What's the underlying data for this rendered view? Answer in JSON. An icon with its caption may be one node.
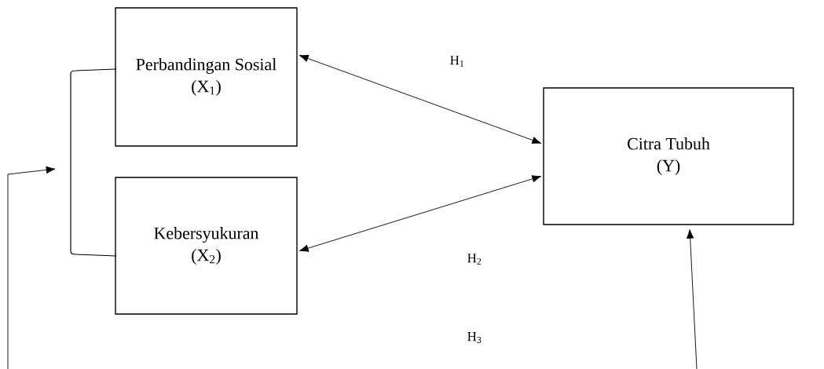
{
  "diagram": {
    "nodes": [
      {
        "text": [
          "Perbandingan Sosial",
          "(X$_{1}$)"
        ]
      },
      {
        "text": [
          "Kebersyukuran",
          "(X$_{2}$)"
        ]
      },
      {
        "text": [
          "Citra Tubuh",
          "(Y)"
        ]
      },
      {
        "text": [],
        "shape": "bracket"
      }
    ],
    "edges": [
      {
        "from": 0,
        "to": 2,
        "arrow": "both",
        "label": "H$_{1}$"
      },
      {
        "from": 1,
        "to": 2,
        "arrow": "both",
        "label": "H$_{2}$"
      },
      {
        "from": null,
        "to": 3,
        "arrow": "to"
      },
      {
        "from": null,
        "to": 2,
        "arrow": "to"
      }
    ],
    "labels": [
      "H$_{3}$"
    ]
  }
}
